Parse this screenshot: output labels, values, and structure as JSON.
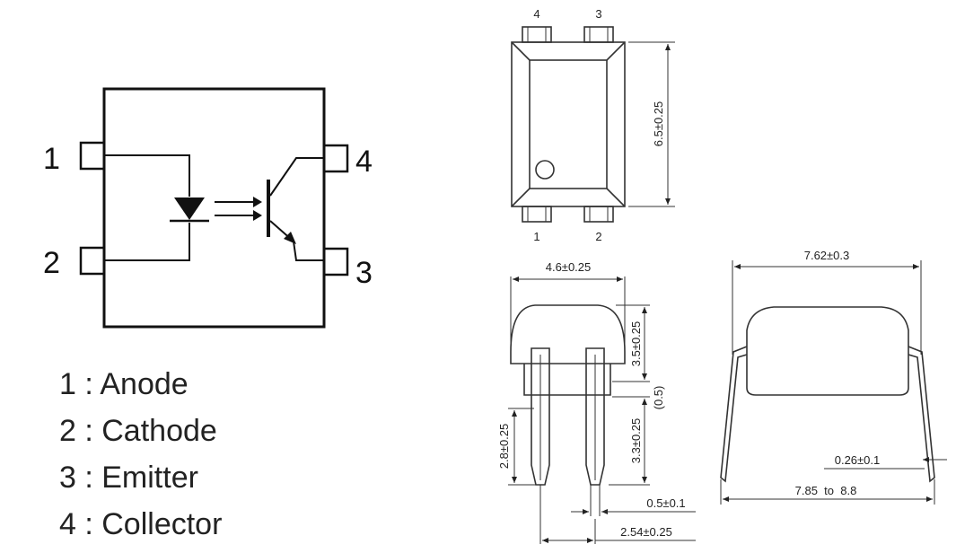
{
  "schematic": {
    "pins": [
      {
        "num": "1"
      },
      {
        "num": "2"
      },
      {
        "num": "3"
      },
      {
        "num": "4"
      }
    ]
  },
  "legend": [
    {
      "text": "1 : Anode"
    },
    {
      "text": "2 : Cathode"
    },
    {
      "text": "3 : Emitter"
    },
    {
      "text": "4 : Collector"
    }
  ],
  "top_view": {
    "pin_labels": [
      "4",
      "3",
      "1",
      "2"
    ],
    "height_dim": "6.5±0.25"
  },
  "front_view": {
    "width_dim": "4.6±0.25",
    "body_height_dim": "3.5±0.25",
    "gap_dim": "(0.5)",
    "lead_length_dim": "3.3±0.25",
    "lead_tip_dim": "2.8±0.25",
    "lead_width_dim": "0.5±0.1",
    "pitch_dim": "2.54±0.25"
  },
  "side_view": {
    "width_dim": "7.62±0.3",
    "lead_thickness_dim": "0.26±0.1",
    "span_dim": "7.85  to  8.8"
  }
}
